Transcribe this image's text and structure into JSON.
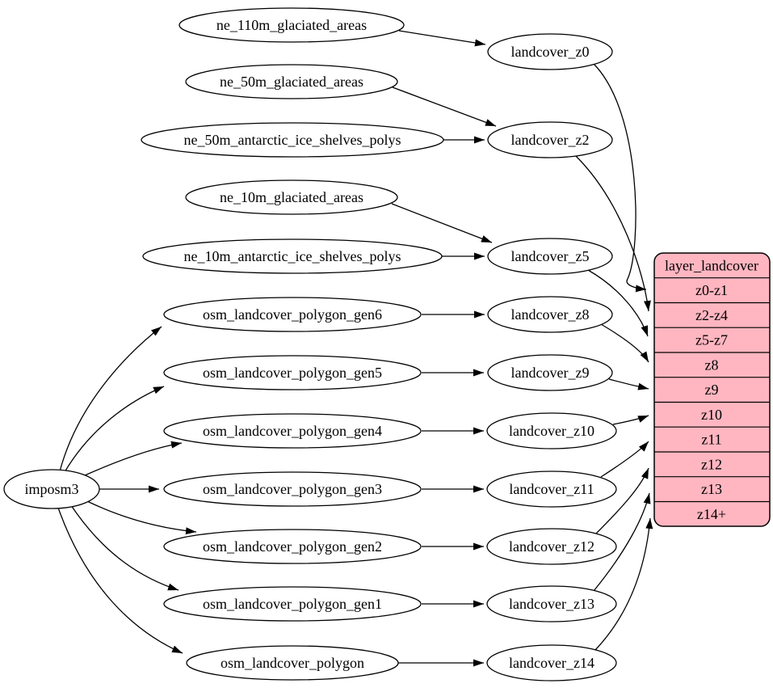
{
  "diagram": {
    "kind": "dependency-graph",
    "background_color": "#ffffff",
    "line_color": "#000000",
    "text_color": "#000000",
    "nodes": {
      "imposm3": "imposm3",
      "ne_110m_glaciated_areas": "ne_110m_glaciated_areas",
      "ne_50m_glaciated_areas": "ne_50m_glaciated_areas",
      "ne_50m_antarctic_ice_shelves_polys": "ne_50m_antarctic_ice_shelves_polys",
      "ne_10m_glaciated_areas": "ne_10m_glaciated_areas",
      "ne_10m_antarctic_ice_shelves_polys": "ne_10m_antarctic_ice_shelves_polys",
      "osm_landcover_polygon_gen6": "osm_landcover_polygon_gen6",
      "osm_landcover_polygon_gen5": "osm_landcover_polygon_gen5",
      "osm_landcover_polygon_gen4": "osm_landcover_polygon_gen4",
      "osm_landcover_polygon_gen3": "osm_landcover_polygon_gen3",
      "osm_landcover_polygon_gen2": "osm_landcover_polygon_gen2",
      "osm_landcover_polygon_gen1": "osm_landcover_polygon_gen1",
      "osm_landcover_polygon": "osm_landcover_polygon",
      "landcover_z0": "landcover_z0",
      "landcover_z2": "landcover_z2",
      "landcover_z5": "landcover_z5",
      "landcover_z8": "landcover_z8",
      "landcover_z9": "landcover_z9",
      "landcover_z10": "landcover_z10",
      "landcover_z11": "landcover_z11",
      "landcover_z12": "landcover_z12",
      "landcover_z13": "landcover_z13",
      "landcover_z14": "landcover_z14"
    },
    "table": {
      "title": "layer_landcover",
      "fill": "#ffb6c1",
      "rows": [
        "z0-z1",
        "z2-z4",
        "z5-z7",
        "z8",
        "z9",
        "z10",
        "z11",
        "z12",
        "z13",
        "z14+"
      ]
    },
    "edges": [
      {
        "from": "imposm3",
        "to": "osm_landcover_polygon_gen6"
      },
      {
        "from": "imposm3",
        "to": "osm_landcover_polygon_gen5"
      },
      {
        "from": "imposm3",
        "to": "osm_landcover_polygon_gen4"
      },
      {
        "from": "imposm3",
        "to": "osm_landcover_polygon_gen3"
      },
      {
        "from": "imposm3",
        "to": "osm_landcover_polygon_gen2"
      },
      {
        "from": "imposm3",
        "to": "osm_landcover_polygon_gen1"
      },
      {
        "from": "imposm3",
        "to": "osm_landcover_polygon"
      },
      {
        "from": "ne_110m_glaciated_areas",
        "to": "landcover_z0"
      },
      {
        "from": "ne_50m_glaciated_areas",
        "to": "landcover_z2"
      },
      {
        "from": "ne_50m_antarctic_ice_shelves_polys",
        "to": "landcover_z2"
      },
      {
        "from": "ne_10m_glaciated_areas",
        "to": "landcover_z5"
      },
      {
        "from": "ne_10m_antarctic_ice_shelves_polys",
        "to": "landcover_z5"
      },
      {
        "from": "osm_landcover_polygon_gen6",
        "to": "landcover_z8"
      },
      {
        "from": "osm_landcover_polygon_gen5",
        "to": "landcover_z9"
      },
      {
        "from": "osm_landcover_polygon_gen4",
        "to": "landcover_z10"
      },
      {
        "from": "osm_landcover_polygon_gen3",
        "to": "landcover_z11"
      },
      {
        "from": "osm_landcover_polygon_gen2",
        "to": "landcover_z12"
      },
      {
        "from": "osm_landcover_polygon_gen1",
        "to": "landcover_z13"
      },
      {
        "from": "osm_landcover_polygon",
        "to": "landcover_z14"
      },
      {
        "from": "landcover_z0",
        "to": "layer_landcover.z0-z1"
      },
      {
        "from": "landcover_z2",
        "to": "layer_landcover.z2-z4"
      },
      {
        "from": "landcover_z5",
        "to": "layer_landcover.z5-z7"
      },
      {
        "from": "landcover_z8",
        "to": "layer_landcover.z8"
      },
      {
        "from": "landcover_z9",
        "to": "layer_landcover.z9"
      },
      {
        "from": "landcover_z10",
        "to": "layer_landcover.z10"
      },
      {
        "from": "landcover_z11",
        "to": "layer_landcover.z11"
      },
      {
        "from": "landcover_z12",
        "to": "layer_landcover.z12"
      },
      {
        "from": "landcover_z13",
        "to": "layer_landcover.z13"
      },
      {
        "from": "landcover_z14",
        "to": "layer_landcover.z14+"
      }
    ]
  }
}
